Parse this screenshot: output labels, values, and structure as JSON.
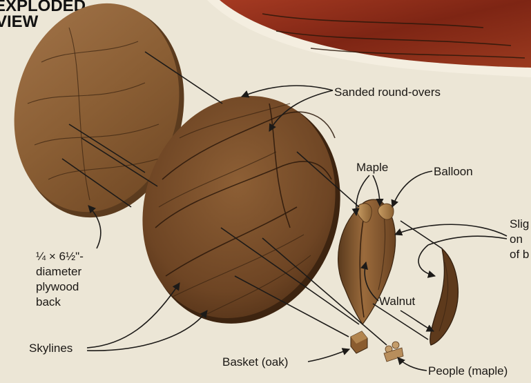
{
  "title": {
    "line1": "EXPLODED",
    "line2": "VIEW"
  },
  "labels": {
    "sanded": "Sanded round-overs",
    "maple": "Maple",
    "balloon": "Balloon",
    "slight": [
      "Slig",
      "on",
      "of b"
    ],
    "back": [
      "¼ × 6½\"-",
      "diameter",
      "plywood",
      "back"
    ],
    "walnut": "Walnut",
    "skylines": "Skylines",
    "basket": "Basket (oak)",
    "people": "People (maple)"
  },
  "colors": {
    "paper": "#ece6d6",
    "plywood": "#8a5e34",
    "wood_main": "#7a4f2a",
    "frame_red": "#8e2f1c"
  }
}
